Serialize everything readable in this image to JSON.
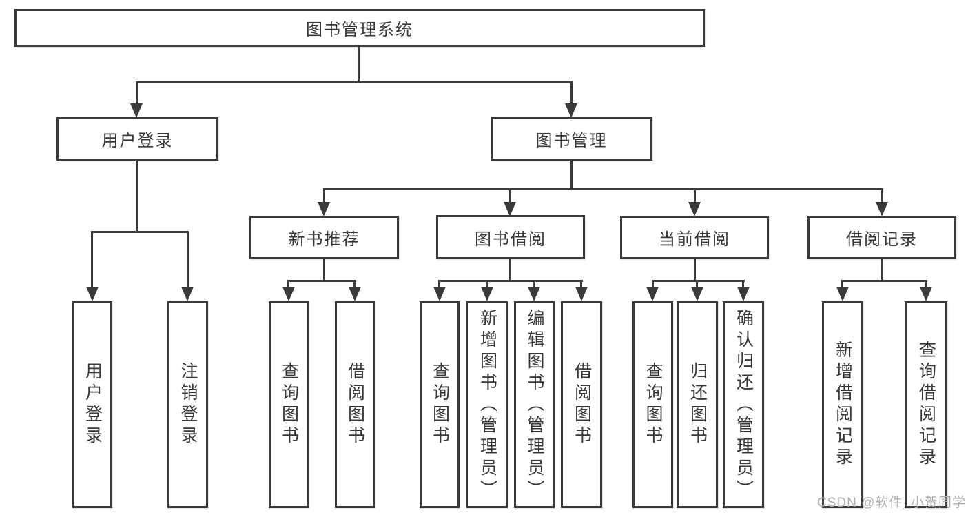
{
  "nodes": {
    "root": "图书管理系统",
    "user_login": "用户登录",
    "book_mgmt": "图书管理",
    "new_books": "新书推荐",
    "book_borrow": "图书借阅",
    "current_borrow": "当前借阅",
    "borrow_records": "借阅记录"
  },
  "leaves": [
    {
      "label": "用户登录"
    },
    {
      "label": "注销登录"
    },
    {
      "label": "查询图书"
    },
    {
      "label": "借阅图书"
    },
    {
      "label": "查询图书"
    },
    {
      "label": "新增图书（管理员）"
    },
    {
      "label": "编辑图书（管理员）"
    },
    {
      "label": "借阅图书"
    },
    {
      "label": "查询图书"
    },
    {
      "label": "归还图书"
    },
    {
      "label": "确认归还（管理员）"
    },
    {
      "label": "新增借阅记录"
    },
    {
      "label": "查询借阅记录"
    }
  ],
  "watermark": "CSDN @软件_小贺同学",
  "colors": {
    "line": "#3a3a3a",
    "text": "#383838",
    "watermark": "#b0b0b0",
    "background": "#ffffff"
  }
}
